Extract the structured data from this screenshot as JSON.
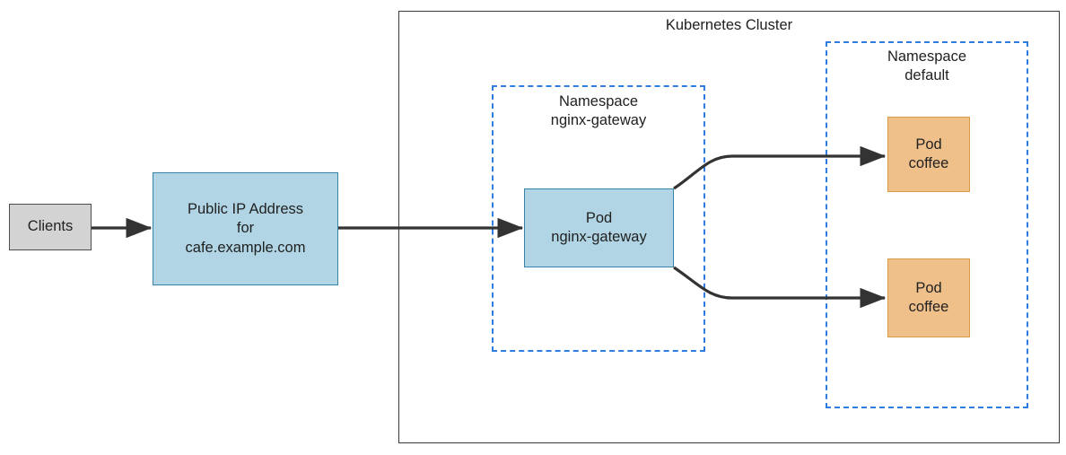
{
  "diagram": {
    "title": "Kubernetes Cluster",
    "cluster": {
      "label": "Kubernetes Cluster",
      "border_color": "#3a3a3a"
    },
    "namespaces": [
      {
        "id": "nginx-gateway",
        "label": "Namespace\nnginx-gateway",
        "border_color": "#2f7de1",
        "style": "dashed"
      },
      {
        "id": "default",
        "label": "Namespace\ndefault",
        "border_color": "#2f7de1",
        "style": "dashed"
      }
    ],
    "nodes": [
      {
        "id": "clients",
        "label": "Clients",
        "fill": "#d3d3d3",
        "stroke": "#4d4d4d"
      },
      {
        "id": "public-ip",
        "label": "Public IP Address\nfor\ncafe.example.com",
        "fill": "#b1d5e5",
        "stroke": "#3a83a8"
      },
      {
        "id": "pod-nginx-gateway",
        "label": "Pod\nnginx-gateway",
        "fill": "#b1d5e5",
        "stroke": "#3a83a8"
      },
      {
        "id": "pod-coffee-1",
        "label": "Pod\ncoffee",
        "fill": "#f0c08a",
        "stroke": "#d79b47"
      },
      {
        "id": "pod-coffee-2",
        "label": "Pod\ncoffee",
        "fill": "#f0c08a",
        "stroke": "#d79b47"
      }
    ],
    "edges": [
      {
        "id": "clients-to-public-ip",
        "from": "clients",
        "to": "public-ip",
        "color": "#333333"
      },
      {
        "id": "public-ip-to-gateway",
        "from": "public-ip",
        "to": "pod-nginx-gateway",
        "color": "#333333"
      },
      {
        "id": "gateway-to-coffee-1",
        "from": "pod-nginx-gateway",
        "to": "pod-coffee-1",
        "color": "#333333"
      },
      {
        "id": "gateway-to-coffee-2",
        "from": "pod-nginx-gateway",
        "to": "pod-coffee-2",
        "color": "#333333"
      }
    ]
  }
}
